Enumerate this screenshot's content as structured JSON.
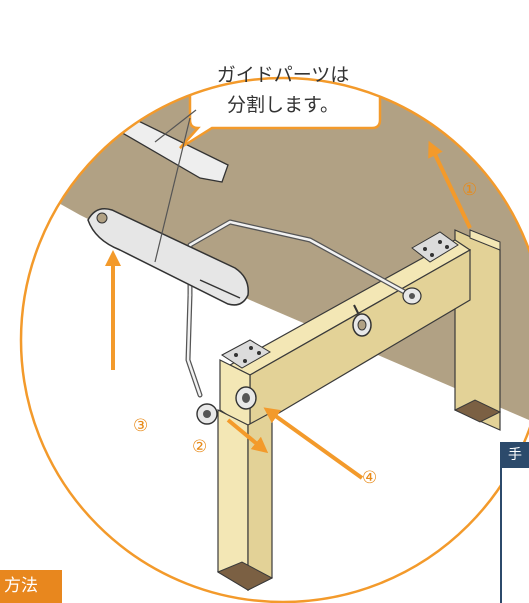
{
  "callout": {
    "line1": "ガイドパーツは",
    "line2": "分割します。"
  },
  "steps": {
    "n1": "①",
    "n2": "②",
    "n3": "③",
    "n4": "④"
  },
  "method_label": "方法",
  "side_panel_label": "手",
  "colors": {
    "accent": "#f39a2b",
    "tabletop": "#b1a184",
    "leg_face": "#f3e7b5",
    "leg_side": "#e3d297",
    "leg_bottom": "#7b6043",
    "panel": "#2c4a6b"
  },
  "icons": {
    "arrow-up-left": "arrow-icon",
    "arrow-up-right": "arrow-icon",
    "arrow-down-right": "arrow-icon",
    "arrow-up-left-small": "arrow-icon"
  }
}
